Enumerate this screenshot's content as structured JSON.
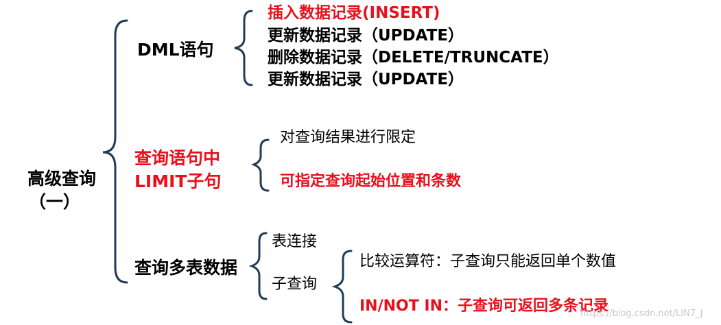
{
  "root": {
    "line1": "高级查询",
    "line2": "（一）"
  },
  "dml": {
    "label": "DML语句",
    "items": [
      "插入数据记录(INSERT)",
      "更新数据记录（UPDATE）",
      "删除数据记录（DELETE/TRUNCATE）",
      "更新数据记录（UPDATE）"
    ]
  },
  "limit": {
    "label_line1": "查询语句中",
    "label_line2": "LIMIT子句",
    "items": [
      "对查询结果进行限定",
      "可指定查询起始位置和条数"
    ]
  },
  "multi": {
    "label": "查询多表数据",
    "join": "表连接",
    "subquery": "子查询",
    "sub_items": [
      "比较运算符：子查询只能返回单个数值",
      "IN/NOT IN：子查询可返回多条记录"
    ]
  },
  "watermark": "https://blog.csdn.net/LIN7_J",
  "colors": {
    "black": "#000000",
    "red": "#e8101c",
    "brace": "#1f3c56"
  }
}
